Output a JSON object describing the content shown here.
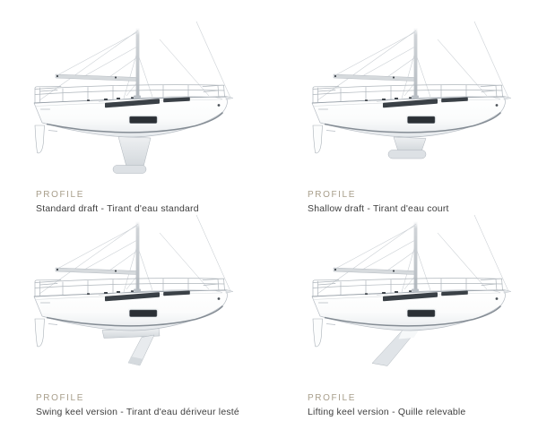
{
  "page": {
    "background_color": "#ffffff"
  },
  "colors": {
    "accent_label": "#a89e8b",
    "body_text": "#3e3e3e",
    "hull_white": "#ffffff",
    "hull_shade": "#e3e7ea",
    "window_dark": "#2b3035",
    "waterline_gray": "#848c94"
  },
  "cards": [
    {
      "eyebrow": "PROFILE",
      "title": "Standard draft - Tirant d'eau standard",
      "image": "sailboat-profile-standard-fin-keel-with-bulb"
    },
    {
      "eyebrow": "PROFILE",
      "title": "Shallow draft - Tirant d'eau court",
      "image": "sailboat-profile-shallow-fin-keel-with-bulb"
    },
    {
      "eyebrow": "PROFILE",
      "title": "Swing keel version - Tirant d'eau dériveur lesté",
      "image": "sailboat-profile-swing-keel-lowered"
    },
    {
      "eyebrow": "PROFILE",
      "title": "Lifting keel version - Quille relevable",
      "image": "sailboat-profile-lifting-keel-lowered"
    }
  ]
}
